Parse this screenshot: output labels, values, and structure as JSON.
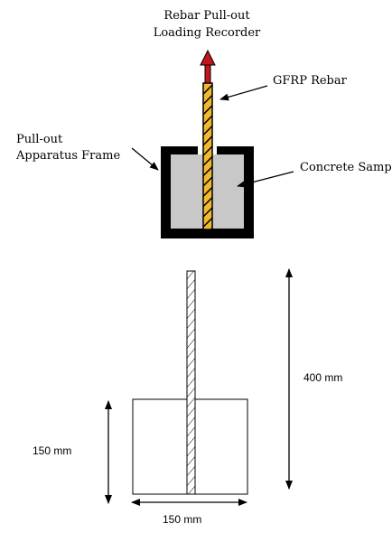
{
  "labels": {
    "recorder": "Rebar Pull-out Loading Recorder",
    "gfrp_rebar": "GFRP Rebar",
    "apparatus_frame": "Pull-out Apparatus Frame",
    "concrete_sample": "Concrete Sample",
    "rebar_length": "400 mm",
    "sample_height": "150 mm",
    "sample_width": "150 mm"
  },
  "colors": {
    "frame": "#000000",
    "concrete": "#c8c8c8",
    "rebar": "#f2b82e",
    "load_arrow": "#c0161e"
  }
}
